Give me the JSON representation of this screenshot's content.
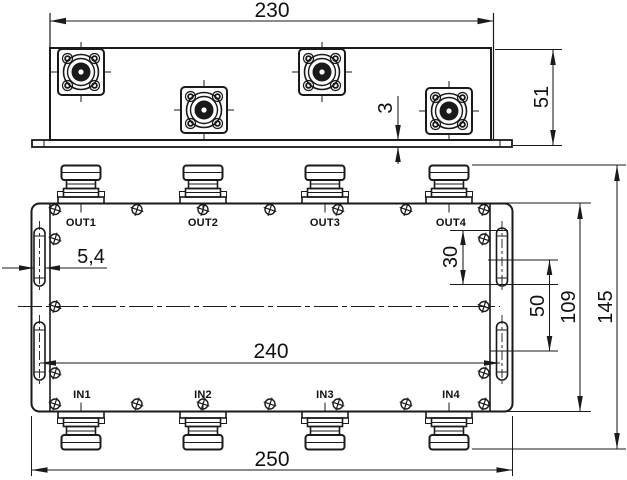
{
  "side_view": {
    "dim_width": "230",
    "dim_height": "51",
    "dim_base_thickness": "3"
  },
  "plan_view": {
    "dim_slot_width": "5,4",
    "dim_mount_hole_spacing": "240",
    "dim_overall_width": "250",
    "dim_slot_length": "30",
    "dim_slot_center_spacing": "50",
    "dim_body_height": "109",
    "dim_overall_height": "145",
    "out_ports": [
      "OUT1",
      "OUT2",
      "OUT3",
      "OUT4"
    ],
    "in_ports": [
      "IN1",
      "IN2",
      "IN3",
      "IN4"
    ]
  },
  "colors": {
    "line": "#1a1a1a",
    "background": "#ffffff"
  }
}
